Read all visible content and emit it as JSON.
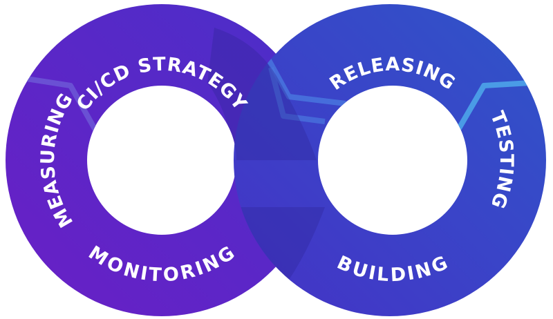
{
  "diagram": {
    "left_loop": {
      "stages": {
        "top": "CI/CD STRATEGY",
        "side": "MEASURING",
        "bottom": "MONITORING"
      }
    },
    "right_loop": {
      "stages": {
        "top": "RELEASING",
        "side": "TESTING",
        "bottom": "BUILDING"
      }
    },
    "colors": {
      "left_gradient_start": "#6a1fc6",
      "left_gradient_end": "#4a2fc8",
      "right_gradient_start": "#4532c6",
      "right_gradient_end": "#2f55c9",
      "overlap_shadow": "#2e2498",
      "accent_line": "#4a9be6",
      "background": "#ffffff"
    }
  }
}
